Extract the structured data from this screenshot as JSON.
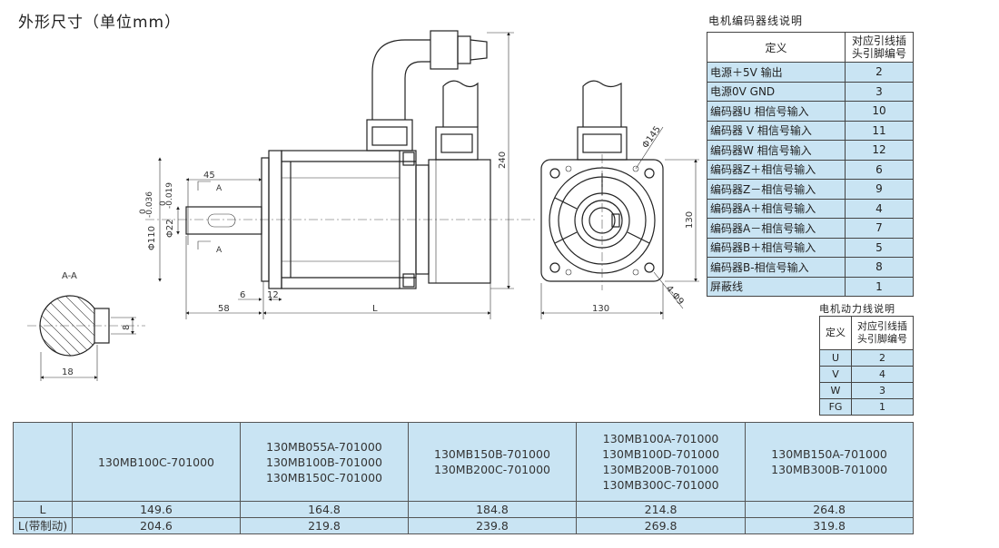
{
  "title": "外形尺寸（单位mm）",
  "drawing": {
    "section_label": "A-A",
    "dims": {
      "d45": "45",
      "phi110": "Φ110",
      "phi110_tol": "0\n-0.036",
      "phi22": "Φ22",
      "phi22_tol": "0\n-0.019",
      "d6": "6",
      "d12": "12",
      "d58": "58",
      "dL": "L",
      "d240": "240",
      "d130_side": "130",
      "d130_bottom": "130",
      "phi145": "Φ145",
      "holes": "4-Φ9",
      "d8": "8",
      "d18": "18",
      "a_mark": "A"
    }
  },
  "encoder": {
    "caption": "电机编码器线说明",
    "header": [
      "定义",
      "对应引线插\n头引脚编号"
    ],
    "rows": [
      [
        "电源＋5V 输出",
        "2"
      ],
      [
        "电源0V GND",
        "3"
      ],
      [
        "编码器U 相信号输入",
        "10"
      ],
      [
        "编码器 V 相信号输入",
        "11"
      ],
      [
        "编码器W 相信号输入",
        "12"
      ],
      [
        "编码器Z＋相信号输入",
        "6"
      ],
      [
        "编码器Z－相信号输入",
        "9"
      ],
      [
        "编码器A＋相信号输入",
        "4"
      ],
      [
        "编码器A－相信号输入",
        "7"
      ],
      [
        "编码器B＋相信号输入",
        "5"
      ],
      [
        "编码器B-相信号输入",
        "8"
      ],
      [
        "屏蔽线",
        "1"
      ]
    ]
  },
  "power": {
    "caption": "电机动力线说明",
    "header": [
      "定义",
      "对应引线插\n头引脚编号"
    ],
    "rows": [
      [
        "U",
        "2"
      ],
      [
        "V",
        "4"
      ],
      [
        "W",
        "3"
      ],
      [
        "FG",
        "1"
      ]
    ]
  },
  "models": {
    "columns": [
      [
        "130MB100C-701000"
      ],
      [
        "130MB055A-701000",
        "130MB100B-701000",
        "130MB150C-701000"
      ],
      [
        "130MB150B-701000",
        "130MB200C-701000"
      ],
      [
        "130MB100A-701000",
        "130MB100D-701000",
        "130MB200B-701000",
        "130MB300C-701000"
      ],
      [
        "130MB150A-701000",
        "130MB300B-701000"
      ]
    ],
    "rows": [
      {
        "label": "L",
        "values": [
          "149.6",
          "164.8",
          "184.8",
          "214.8",
          "264.8"
        ]
      },
      {
        "label": "L(带制动)",
        "values": [
          "204.6",
          "219.8",
          "239.8",
          "269.8",
          "319.8"
        ]
      }
    ]
  }
}
